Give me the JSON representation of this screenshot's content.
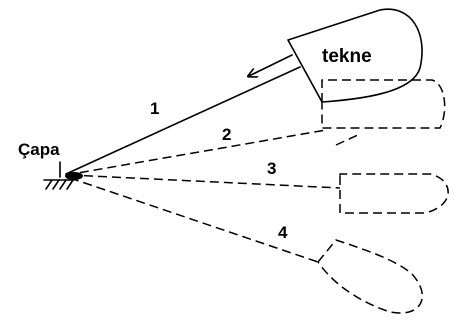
{
  "labels": {
    "boat": "tekne",
    "anchor": "Çapa",
    "rope_1": "1",
    "rope_2": "2",
    "rope_3": "3",
    "rope_4": "4"
  },
  "positions_count": 4,
  "colors": {
    "stroke": "#000000",
    "background": "#ffffff"
  }
}
